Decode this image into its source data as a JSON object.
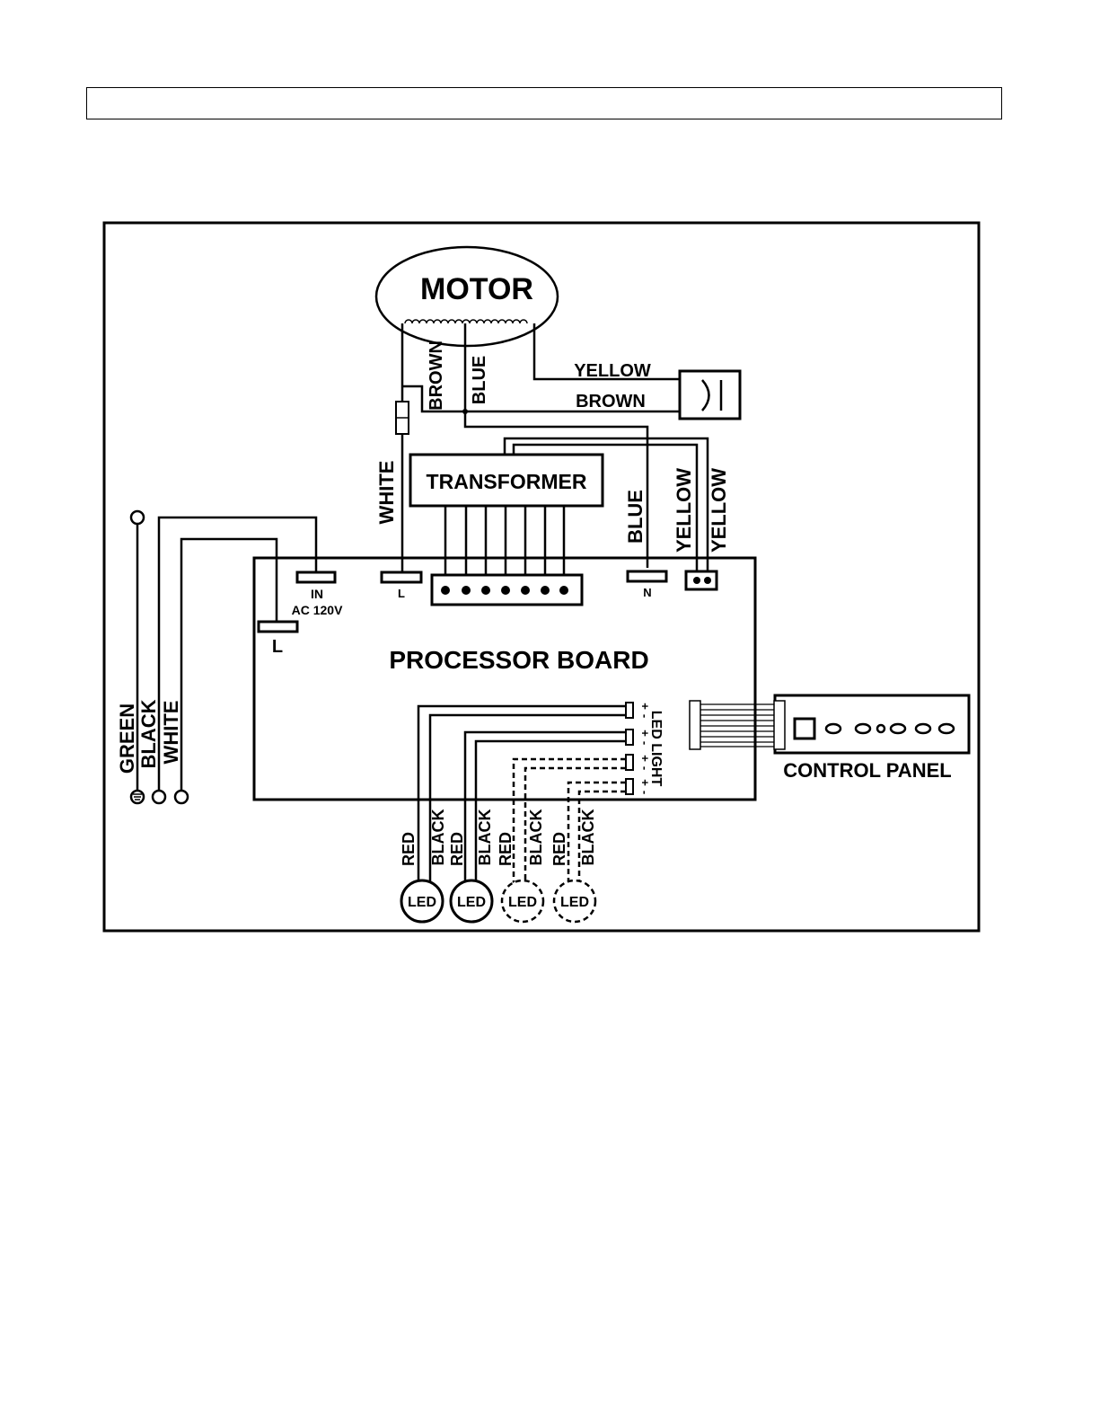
{
  "header": {
    "text": ""
  },
  "diagram": {
    "motor": "MOTOR",
    "transformer": "TRANSFORMER",
    "processor_board": "PROCESSOR BOARD",
    "control_panel": "CONTROL PANEL",
    "led_light": "LED LIGHT",
    "terminal_in": "IN",
    "ac_voltage": "AC 120V",
    "terminal_l_in": "L",
    "terminal_l": "L",
    "terminal_n": "N",
    "wire_yellow_cap": "YELLOW",
    "wire_brown_cap": "BROWN",
    "wire_brown_motor": "BROWN",
    "wire_blue_motor": "BLUE",
    "wire_white": "WHITE",
    "wire_blue_n": "BLUE",
    "wire_yellow_1": "YELLOW",
    "wire_yellow_2": "YELLOW",
    "supply_green": "GREEN",
    "supply_black": "BLACK",
    "supply_white": "WHITE",
    "led_red_1": "RED",
    "led_black_1": "BLACK",
    "led_red_2": "RED",
    "led_black_2": "BLACK",
    "led_red_3": "RED",
    "led_black_3": "BLACK",
    "led_red_4": "RED",
    "led_black_4": "BLACK",
    "led_1": "LED",
    "led_2": "LED",
    "led_3": "LED",
    "led_4": "LED",
    "plus_1": "+",
    "minus_1": "-",
    "plus_2": "+",
    "minus_2": "-",
    "plus_3": "+",
    "minus_3": "-",
    "plus_4": "+",
    "minus_4": "-"
  }
}
